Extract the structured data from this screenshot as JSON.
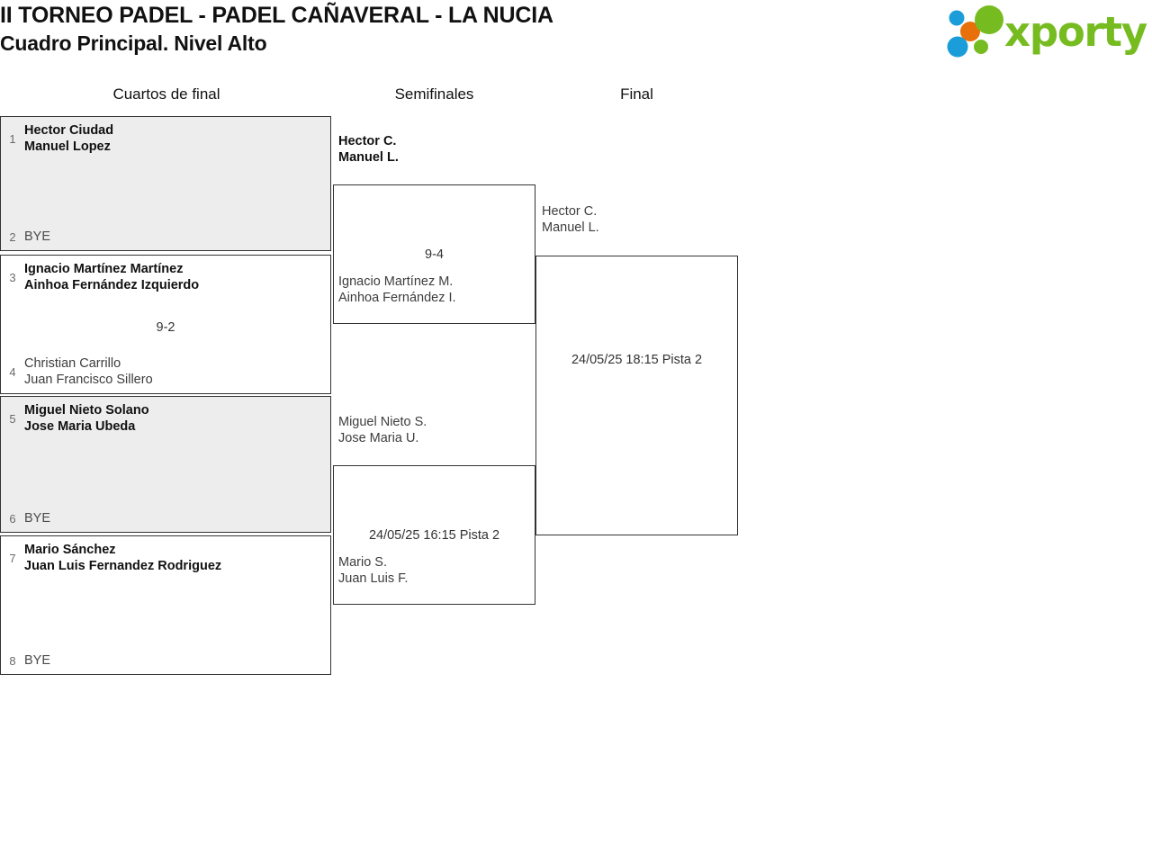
{
  "header": {
    "title_line1": "II TORNEO PADEL - PADEL CAÑAVERAL - LA NUCIA",
    "title_line2": "Cuadro Principal. Nivel Alto",
    "logo_text": "xporty",
    "brand_green": "#76bc21",
    "brand_blue": "#1b9dd9",
    "brand_orange": "#e8700a"
  },
  "rounds": [
    {
      "label": "Cuartos de final"
    },
    {
      "label": "Semifinales"
    },
    {
      "label": "Final"
    }
  ],
  "quarterfinals": [
    {
      "top": {
        "seed": "1",
        "line1": "Hector Ciudad",
        "line2": "Manuel Lopez",
        "winner": true
      },
      "bottom": {
        "seed": "2",
        "bye": "BYE",
        "winner": false
      },
      "score": "",
      "shaded": true
    },
    {
      "top": {
        "seed": "3",
        "line1": "Ignacio Martínez Martínez",
        "line2": "Ainhoa Fernández Izquierdo",
        "winner": true
      },
      "bottom": {
        "seed": "4",
        "line1": "Christian Carrillo",
        "line2": "Juan Francisco Sillero",
        "winner": false
      },
      "score": "9-2",
      "shaded": false
    },
    {
      "top": {
        "seed": "5",
        "line1": "Miguel Nieto Solano",
        "line2": "Jose Maria Ubeda",
        "winner": true
      },
      "bottom": {
        "seed": "6",
        "bye": "BYE",
        "winner": false
      },
      "score": "",
      "shaded": true
    },
    {
      "top": {
        "seed": "7",
        "line1": "Mario Sánchez",
        "line2": "Juan Luis Fernandez Rodriguez",
        "winner": true
      },
      "bottom": {
        "seed": "8",
        "bye": "BYE",
        "winner": false
      },
      "score": "",
      "shaded": false
    }
  ],
  "semifinals": [
    {
      "top": {
        "line1": "Hector C.",
        "line2": "Manuel L.",
        "winner": true
      },
      "bottom": {
        "line1": "Ignacio Martínez M.",
        "line2": "Ainhoa Fernández I.",
        "winner": false
      },
      "label": "9-4"
    },
    {
      "top": {
        "line1": "Miguel Nieto S.",
        "line2": "Jose Maria U.",
        "winner": false
      },
      "bottom": {
        "line1": "Mario S.",
        "line2": "Juan Luis F.",
        "winner": false
      },
      "label": "24/05/25 16:15 Pista 2"
    }
  ],
  "final": {
    "top": {
      "line1": "Hector C.",
      "line2": "Manuel L.",
      "winner": false
    },
    "bottom": {
      "line1": "",
      "line2": "",
      "winner": false
    },
    "label": "24/05/25 18:15 Pista 2"
  }
}
